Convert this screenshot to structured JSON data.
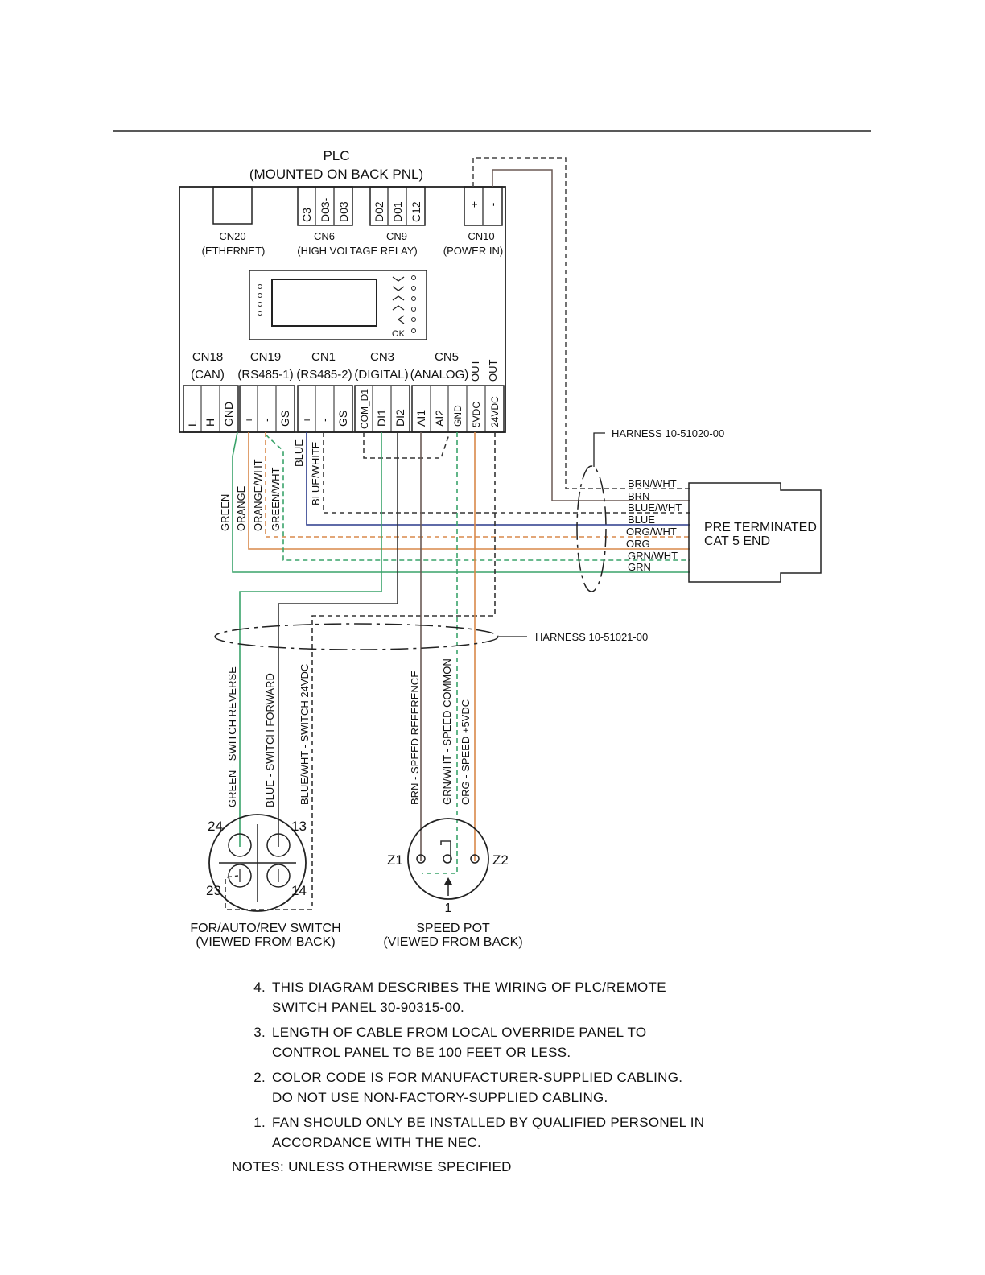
{
  "plc": {
    "title": "PLC",
    "subtitle": "(MOUNTED ON BACK PNL)",
    "top_connectors": [
      {
        "name": "CN20",
        "desc": "(ETHERNET)",
        "pins": []
      },
      {
        "name": "CN6",
        "desc": "(HIGH VOLTAGE RELAY)",
        "pins": [
          "C3",
          "D03-",
          "D03"
        ]
      },
      {
        "name": "CN9",
        "desc": "",
        "pins": [
          "D02",
          "D01",
          "C12"
        ]
      },
      {
        "name": "CN10",
        "desc": "(POWER IN)",
        "pins": [
          "+",
          "-"
        ]
      }
    ],
    "display_ok": "OK",
    "bottom_connectors": [
      {
        "name": "CN18",
        "desc": "(CAN)",
        "pins": [
          "L",
          "H",
          "GND"
        ]
      },
      {
        "name": "CN19",
        "desc": "(RS485-1)",
        "pins": [
          "+",
          "-",
          "GS"
        ]
      },
      {
        "name": "CN1",
        "desc": "(RS485-2)",
        "pins": [
          "+",
          "-",
          "GS"
        ]
      },
      {
        "name": "CN3",
        "desc": "(DIGITAL)",
        "pins": [
          "COM_D1",
          "DI1",
          "DI2"
        ]
      },
      {
        "name": "CN5",
        "desc": "(ANALOG)",
        "pins": [
          "AI1",
          "AI2",
          "GND",
          "5VDC",
          "24VDC"
        ]
      }
    ],
    "out_labels": [
      "OUT",
      "OUT"
    ]
  },
  "harness1": {
    "label": "HARNESS 10-51020-00",
    "end_label_1": "PRE TERMINATED",
    "end_label_2": "CAT 5 END",
    "wires": [
      "BRN/WHT",
      "BRN",
      "BLUE/WHT",
      "BLUE",
      "ORG/WHT",
      "ORG",
      "GRN/WHT",
      "GRN"
    ]
  },
  "harness2": {
    "label": "HARNESS 10-51021-00"
  },
  "wire_labels_upper": [
    "GREEN",
    "ORANGE",
    "ORANGE/WHT",
    "GREEN/WHT",
    "BLUE",
    "BLUE/WHITE"
  ],
  "wire_labels_lower": [
    "GREEN - SWITCH REVERSE",
    "BLUE - SWITCH FORWARD",
    "BLUE/WHT - SWITCH 24VDC",
    "BRN - SPEED REFERENCE",
    "GRN/WHT - SPEED COMMON",
    "ORG - SPEED +5VDC"
  ],
  "switch": {
    "pins": [
      "24",
      "13",
      "23",
      "14"
    ],
    "label_1": "FOR/AUTO/REV SWITCH",
    "label_2": "(VIEWED FROM BACK)"
  },
  "pot": {
    "pins": [
      "Z1",
      "Z2",
      "1"
    ],
    "label_1": "SPEED POT",
    "label_2": "(VIEWED FROM BACK)"
  },
  "notes": [
    {
      "num": "4.",
      "text": "THIS DIAGRAM DESCRIBES THE WIRING OF PLC/REMOTE SWITCH PANEL 30-90315-00."
    },
    {
      "num": "3.",
      "text": "LENGTH OF CABLE FROM LOCAL OVERRIDE PANEL TO CONTROL PANEL TO BE 100 FEET OR LESS."
    },
    {
      "num": "2.",
      "text": "COLOR CODE IS FOR MANUFACTURER-SUPPLIED CABLING. DO NOT USE NON-FACTORY-SUPPLIED CABLING."
    },
    {
      "num": "1.",
      "text": "FAN SHOULD ONLY BE INSTALLED BY QUALIFIED PERSONEL IN ACCORDANCE WITH THE NEC."
    }
  ],
  "notes_footer": "NOTES: UNLESS OTHERWISE SPECIFIED",
  "colors": {
    "line": "#222222",
    "brown": "#6b5a55",
    "blue": "#2a3a8c",
    "orange": "#d8894a",
    "green": "#3aa36a",
    "green_dash": "#3aa36a"
  }
}
